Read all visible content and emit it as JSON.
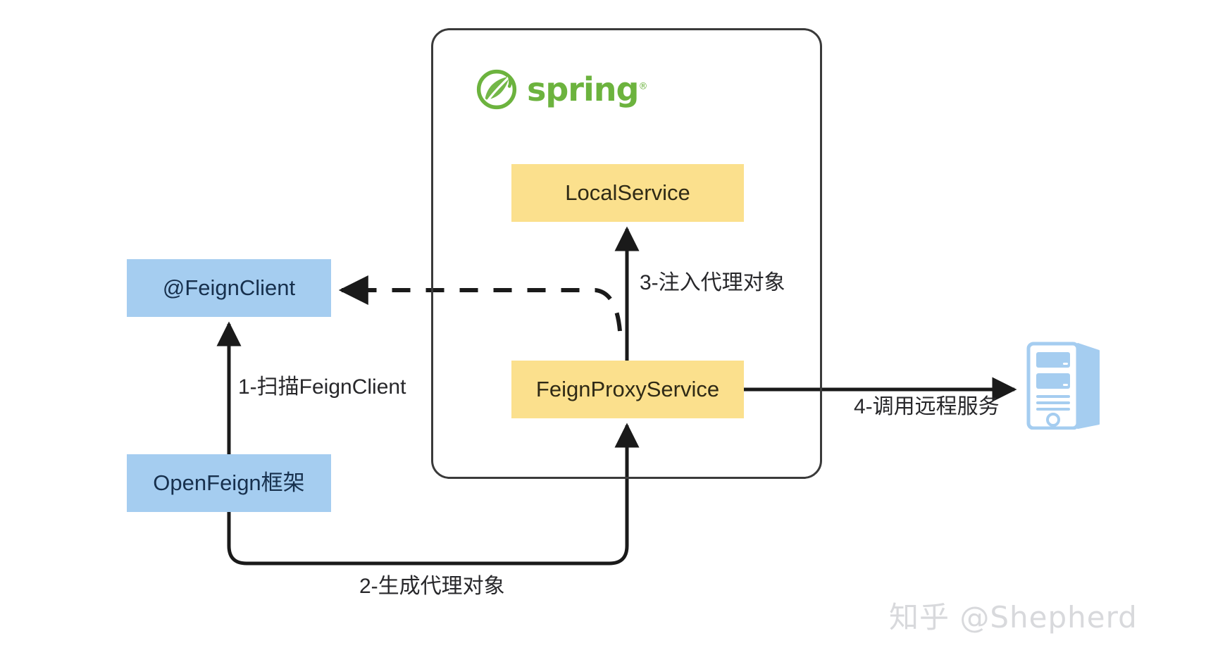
{
  "diagram": {
    "title": "OpenFeign proxy generation flow",
    "container": {
      "name": "spring-container",
      "logo_text": "spring",
      "logo_tm": "®",
      "logo_icon": "spring-leaf-icon"
    },
    "nodes": [
      {
        "id": "local-service",
        "label": "LocalService",
        "color": "#fbe08d"
      },
      {
        "id": "feign-proxy",
        "label": "FeignProxyService",
        "color": "#fbe08d"
      },
      {
        "id": "feign-client",
        "label": "@FeignClient",
        "color": "#a5cdf0"
      },
      {
        "id": "openfeign",
        "label": "OpenFeign框架",
        "color": "#a5cdf0"
      }
    ],
    "edges": [
      {
        "id": "scan",
        "label": "1-扫描FeignClient",
        "from": "openfeign",
        "to": "feign-client",
        "style": "solid"
      },
      {
        "id": "create",
        "label": "2-生成代理对象",
        "from": "openfeign",
        "to": "feign-proxy",
        "style": "solid"
      },
      {
        "id": "inject",
        "label": "3-注入代理对象",
        "from": "feign-proxy",
        "to": "local-service",
        "style": "solid"
      },
      {
        "id": "remote",
        "label": "4-调用远程服务",
        "from": "feign-proxy",
        "to": "remote-server",
        "style": "solid"
      },
      {
        "id": "implements",
        "label": "",
        "from": "feign-proxy",
        "to": "feign-client",
        "style": "dashed"
      }
    ],
    "remote_server": {
      "id": "remote-server",
      "icon": "server-tower-icon",
      "color": "#a5cdf0"
    },
    "watermark": "知乎 @Shepherd",
    "colors": {
      "yellow": "#fbe08d",
      "blue": "#a5cdf0",
      "stroke": "#1a1a1a",
      "container_border": "#3a3a3a",
      "spring_green": "#6cb33e",
      "watermark": "#d8d9dc"
    }
  }
}
